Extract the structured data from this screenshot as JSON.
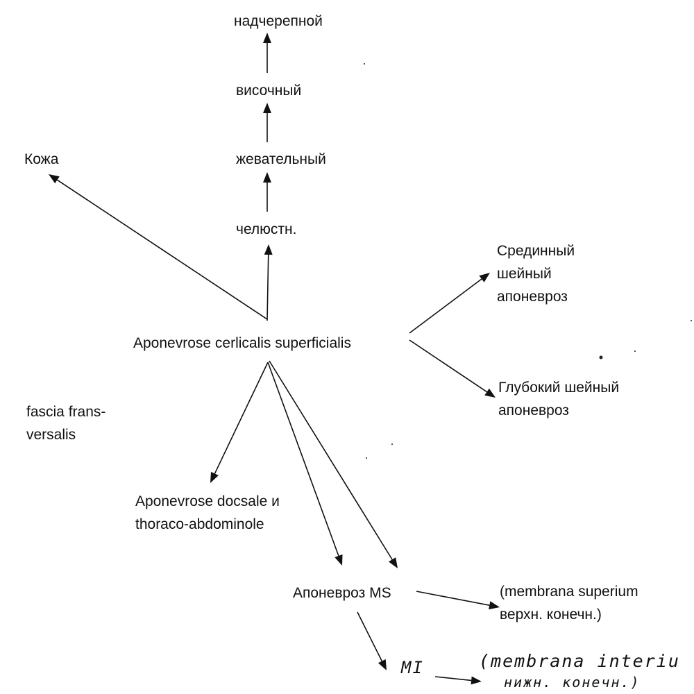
{
  "nodes": {
    "skull": "надчерепной",
    "temporal": "височный",
    "masseter": "жевательный",
    "skin": "Кожа",
    "maxillary": "челюстн.",
    "middle_cervical": [
      "Срединный",
      "шейный",
      "апоневроз"
    ],
    "superficial_cervical": "Aponevrose cerlicalis superficialis",
    "deep_cervical": [
      "Глубокий шейный",
      "апоневроз"
    ],
    "fascia_transversalis": [
      "fascia frans-",
      "versalis"
    ],
    "dorsal_thoraco": [
      "Aponevrose docsale и",
      "thoraco-abdominole"
    ],
    "upper_limb": "Апоневроз MS",
    "membrana_superior": [
      "(membrana superium",
      "верхн. конечн.)"
    ],
    "lower_limb": "MI",
    "membrana_inferior": [
      "(membrana interiu",
      "нижн. конечн.)"
    ]
  },
  "edges": [
    {
      "from": "maxillary",
      "to": "masseter"
    },
    {
      "from": "masseter",
      "to": "temporal"
    },
    {
      "from": "temporal",
      "to": "skull"
    },
    {
      "from": "superficial_cervical",
      "to": "maxillary"
    },
    {
      "from": "superficial_cervical",
      "to": "skin"
    },
    {
      "from": "superficial_cervical",
      "to": "middle_cervical"
    },
    {
      "from": "superficial_cervical",
      "to": "deep_cervical"
    },
    {
      "from": "superficial_cervical",
      "to": "dorsal_thoraco"
    },
    {
      "from": "superficial_cervical",
      "to": "upper_limb"
    },
    {
      "from": "superficial_cervical",
      "to": "upper_limb"
    },
    {
      "from": "upper_limb",
      "to": "membrana_superior"
    },
    {
      "from": "upper_limb",
      "to": "lower_limb"
    },
    {
      "from": "lower_limb",
      "to": "membrana_inferior"
    }
  ]
}
